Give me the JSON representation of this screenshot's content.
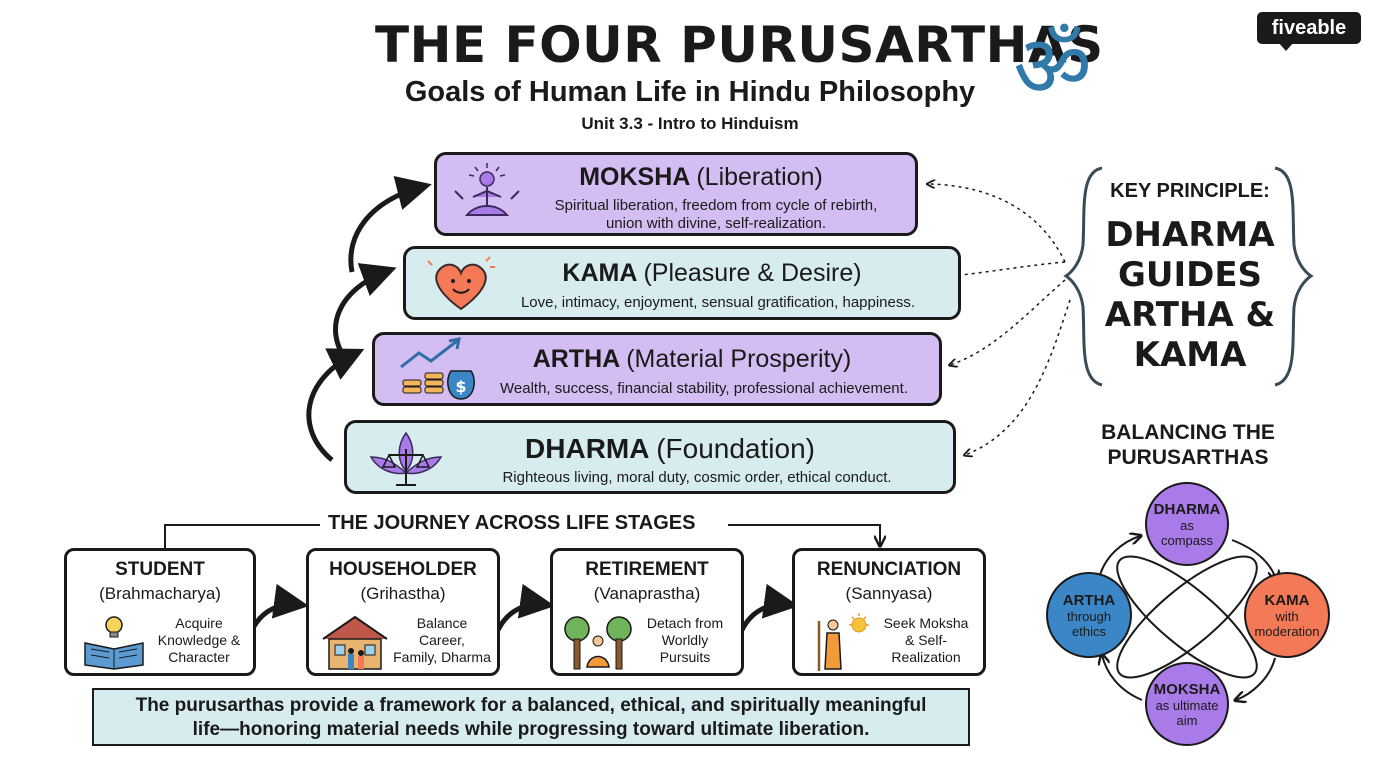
{
  "header": {
    "title": "THE FOUR PURUSARTHAS",
    "subtitle": "Goals of Human Life in Hindu Philosophy",
    "unit": "Unit 3.3 - Intro to Hinduism",
    "symbol": "ॐ",
    "logo": "fiveable"
  },
  "goals": [
    {
      "name": "MOKSHA",
      "paren": "(Liberation)",
      "desc1": "Spiritual liberation, freedom from cycle of rebirth,",
      "desc2": "union with divine, self-realization.",
      "color": "#d4bdf2",
      "icon": "meditating-figure-icon"
    },
    {
      "name": "KAMA",
      "paren": "(Pleasure & Desire)",
      "desc1": "Love, intimacy, enjoyment, sensual gratification, happiness.",
      "color": "#d7ecef",
      "icon": "heart-icon"
    },
    {
      "name": "ARTHA",
      "paren": "(Material Prosperity)",
      "desc1": "Wealth, success, financial stability, professional achievement.",
      "color": "#d4bdf2",
      "icon": "money-growth-icon"
    },
    {
      "name": "DHARMA",
      "paren": "(Foundation)",
      "desc1": "Righteous living, moral duty, cosmic order, ethical conduct.",
      "color": "#d7ecef",
      "icon": "lotus-scales-icon"
    }
  ],
  "key_principle": {
    "label": "KEY PRINCIPLE:",
    "lines": [
      "DHARMA",
      "GUIDES",
      "ARTHA &",
      "KAMA"
    ]
  },
  "balancing": {
    "title_line1": "BALANCING THE",
    "title_line2": "PURUSARTHAS",
    "nodes": [
      {
        "name": "DHARMA",
        "line1": "as",
        "line2": "compass",
        "color": "#a97be8"
      },
      {
        "name": "KAMA",
        "line1": "with",
        "line2": "moderation",
        "color": "#f47a57"
      },
      {
        "name": "MOKSHA",
        "line1": "as ultimate",
        "line2": "aim",
        "color": "#a97be8"
      },
      {
        "name": "ARTHA",
        "line1": "through",
        "line2": "ethics",
        "color": "#3b86c6"
      }
    ]
  },
  "journey": {
    "title": "THE JOURNEY ACROSS LIFE STAGES",
    "stages": [
      {
        "name": "STUDENT",
        "sub": "(Brahmacharya)",
        "d1": "Acquire",
        "d2": "Knowledge &",
        "d3": "Character",
        "icon": "book-lightbulb-icon"
      },
      {
        "name": "HOUSEHOLDER",
        "sub": "(Grihastha)",
        "d1": "Balance",
        "d2": "Career,",
        "d3": "Family, Dharma",
        "icon": "house-family-icon"
      },
      {
        "name": "RETIREMENT",
        "sub": "(Vanaprastha)",
        "d1": "Detach from",
        "d2": "Worldly",
        "d3": "Pursuits",
        "icon": "forest-meditation-icon"
      },
      {
        "name": "RENUNCIATION",
        "sub": "(Sannyasa)",
        "d1": "Seek Moksha",
        "d2": "& Self-",
        "d3": "Realization",
        "icon": "ascetic-sun-icon"
      }
    ]
  },
  "summary": {
    "line1": "The purusarthas provide a framework for a balanced, ethical, and spiritually meaningful",
    "line2": "life—honoring material needs while progressing toward ultimate liberation."
  }
}
